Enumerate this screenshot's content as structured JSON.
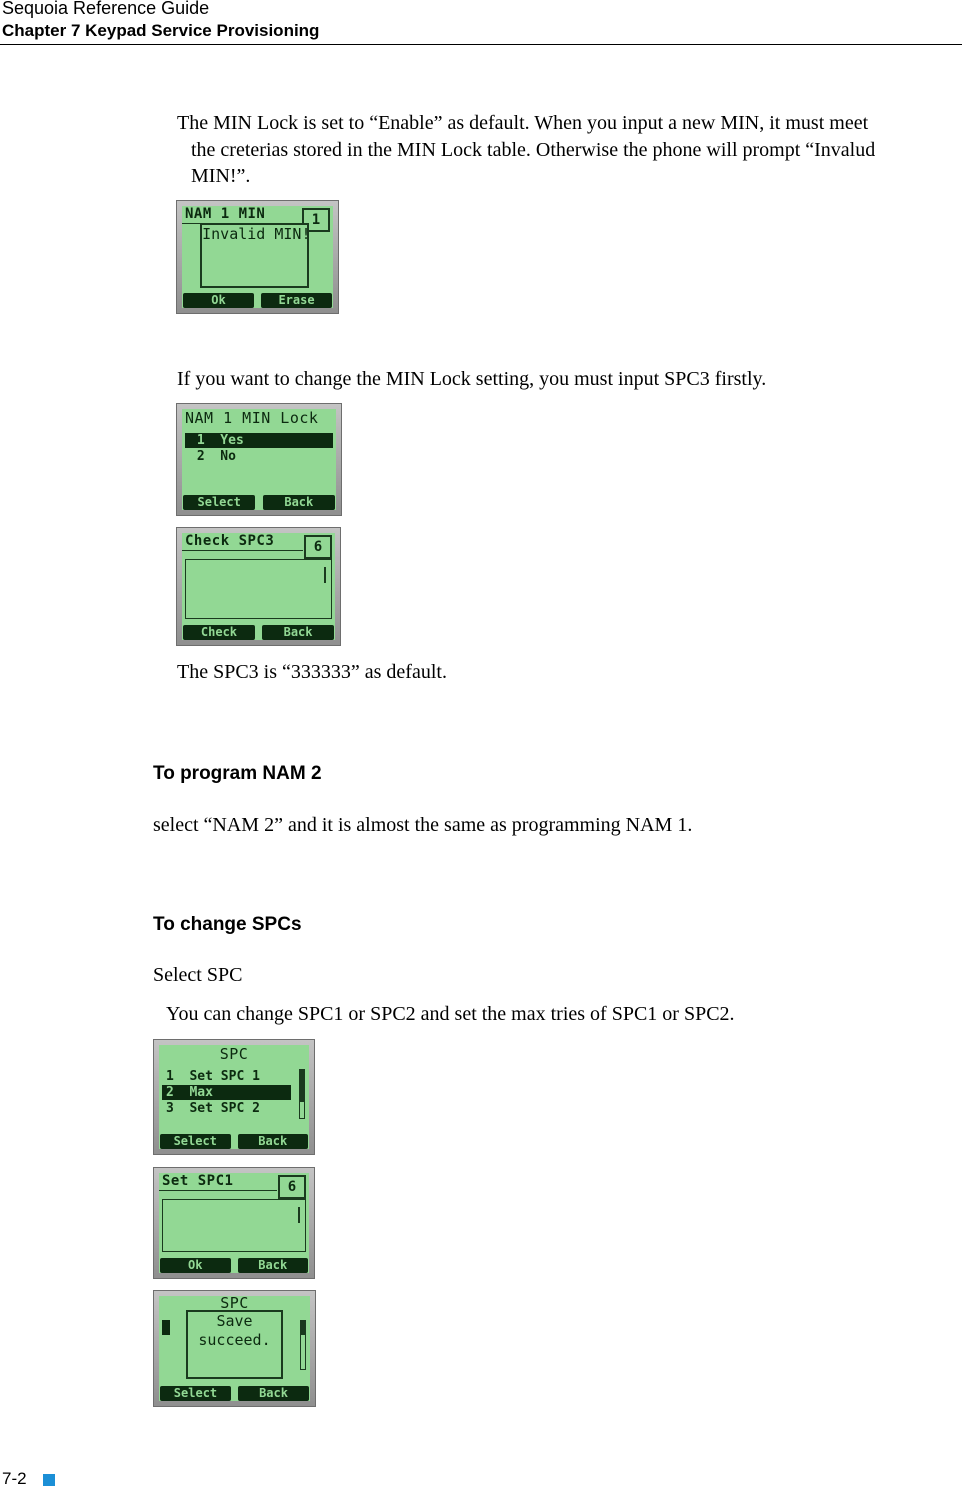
{
  "header": {
    "title": "Sequoia Reference Guide",
    "chapter": "Chapter 7  Keypad Service Provisioning"
  },
  "content": {
    "min_lock_para_line1": "The MIN Lock is set to “Enable” as default. When you input a new MIN, it must meet",
    "min_lock_para_line2": "the creterias stored in the MIN Lock table. Otherwise the phone will prompt “Invalud",
    "min_lock_para_line3": "MIN!”.",
    "change_lock_para": "If you want to change the MIN Lock setting, you must input SPC3 firstly.",
    "spc3_default_para": "The SPC3 is “333333” as default.",
    "nam2_heading": "To program NAM 2",
    "nam2_para": "select “NAM 2” and it is almost the same as programming NAM 1.",
    "spc_heading": "To change SPCs",
    "select_spc_para": "Select SPC",
    "change_spc_para": "You can change SPC1 or SPC2 and set the max tries of SPC1 or SPC2."
  },
  "screens": {
    "invalid_min": {
      "title": "NAM 1 MIN",
      "count": "1",
      "popup": "Invalid MIN!",
      "left_key": "Ok",
      "right_key": "Erase"
    },
    "min_lock": {
      "title": "NAM 1 MIN Lock",
      "items": [
        " 1  Yes",
        " 2  No"
      ],
      "left_key": "Select",
      "right_key": "Back"
    },
    "check_spc3": {
      "title": "Check SPC3",
      "count": "6",
      "left_key": "Check",
      "right_key": "Back"
    },
    "spc_menu": {
      "title": "SPC",
      "items": [
        "1  Set SPC 1",
        "2  Max",
        "3  Set SPC 2"
      ],
      "left_key": "Select",
      "right_key": "Back"
    },
    "set_spc1": {
      "title": "Set SPC1",
      "count": "6",
      "left_key": "Ok",
      "right_key": "Back"
    },
    "save_succeed": {
      "title": "SPC",
      "popup": "Save\nsucceed.",
      "left_key": "Select",
      "right_key": "Back"
    }
  },
  "footer": {
    "page_number": "7-2",
    "accent_color": "#1b8fd6"
  },
  "colors": {
    "lcd_background": "#92d894",
    "lcd_ink": "#0c2a10"
  }
}
